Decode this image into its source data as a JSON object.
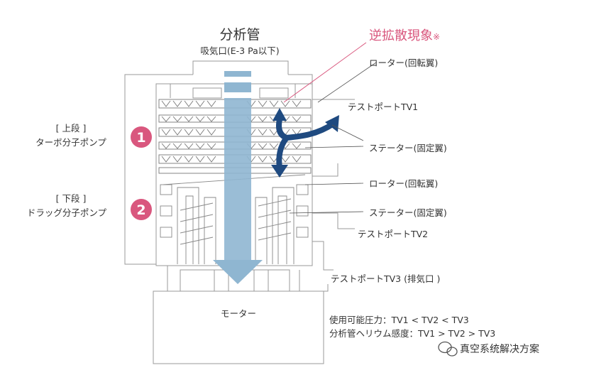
{
  "header": {
    "title": "分析管",
    "inlet": "吸気口(E-3 Pa以下)"
  },
  "backdiffusion": {
    "label": "逆拡散現象",
    "mark": "※"
  },
  "left_labels": {
    "upper_bracket": "[ 上段 ]",
    "upper_pump": "ターボ分子ポンプ",
    "upper_num": "1",
    "lower_bracket": "[ 下段 ]",
    "lower_pump": "ドラッグ分子ポンプ",
    "lower_num": "2"
  },
  "right_labels": {
    "rotor1": "ローター(回転翼)",
    "testport1": "テストポートTV1",
    "stator1": "ステーター(固定翼)",
    "rotor2": "ローター(回転翼)",
    "stator2": "ステーター(固定翼)",
    "testport2": "テストポートTV2",
    "testport3": "テストポートTV3 (排気口 )"
  },
  "motor": {
    "label": "モーター"
  },
  "notes": {
    "pressure": "使用可能圧力：TV1 < TV2 < TV3",
    "sensitivity": "分析管ヘリウム感度：TV1 > TV2 > TV3"
  },
  "watermark": {
    "text": "真空系统解决方案"
  },
  "colors": {
    "accent_pink": "#d9577e",
    "arrow_navy": "#1f4a80",
    "flow_blue": "#8fb6d1",
    "line_gray": "#666666"
  },
  "icons": {
    "wechat": "wechat-icon"
  }
}
